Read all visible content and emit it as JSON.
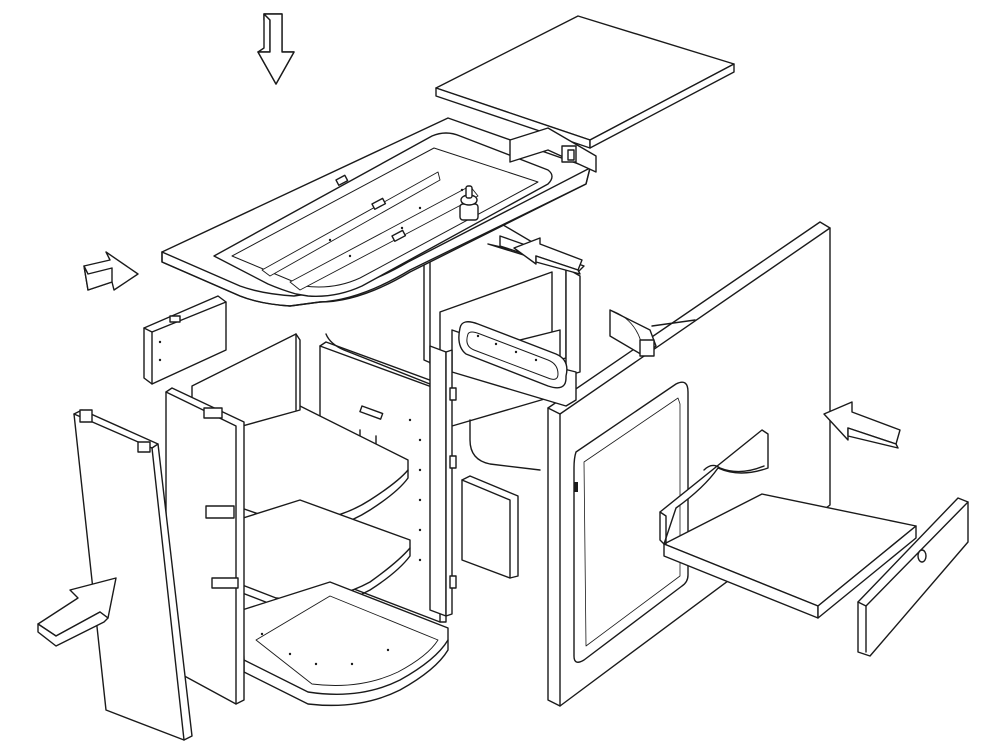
{
  "diagram": {
    "type": "exploded-assembly-line-drawing",
    "colors": {
      "line": "#1a1a1a",
      "panel_fill": "#ffffff",
      "arrow_fill": "#ffffff",
      "background": "#ffffff"
    },
    "arrows": [
      {
        "id": "top-arrow",
        "direction": "down"
      },
      {
        "id": "left-upper-arrow",
        "direction": "right"
      },
      {
        "id": "left-lower-arrow",
        "direction": "up-right"
      },
      {
        "id": "center-arrow",
        "direction": "left"
      },
      {
        "id": "right-arrow",
        "direction": "left"
      }
    ],
    "parts": [
      "countertop-frame",
      "lid-panel",
      "sink-cutout",
      "left-rear-rail",
      "left-side-panel",
      "front-left-panel",
      "quarter-round-shelf-top",
      "quarter-round-shelf-middle",
      "quarter-round-base-shelf",
      "center-divider-panel",
      "rear-panel",
      "hatch-frame",
      "right-side-panel",
      "drawer-box",
      "drawer-front",
      "drawer-pull",
      "hinge",
      "latch-knob"
    ]
  }
}
